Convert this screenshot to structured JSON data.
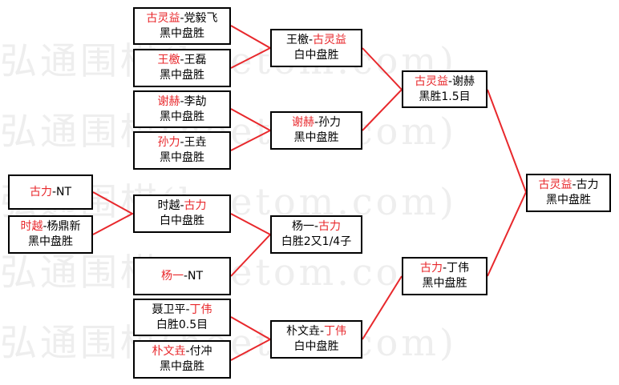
{
  "watermark": "弘通围棋(hoetom.com)",
  "colors": {
    "winner": "#e8282c",
    "line": "#e8282c",
    "border": "#000000"
  },
  "matches": {
    "r1_1": {
      "p1": "古灵益",
      "p2": "党毅飞",
      "winner": "p1",
      "result": "黑中盘胜"
    },
    "r1_2": {
      "p1": "王檄",
      "p2": "王磊",
      "winner": "p1",
      "result": "黑中盘胜"
    },
    "r1_3": {
      "p1": "谢赫",
      "p2": "李劼",
      "winner": "p1",
      "result": "黑中盘胜"
    },
    "r1_4": {
      "p1": "孙力",
      "p2": "王垚",
      "winner": "p1",
      "result": "黑中盘胜"
    },
    "r1_5": {
      "p1": "古力",
      "p2": "NT",
      "winner": "p1",
      "result": ""
    },
    "r1_6": {
      "p1": "时越",
      "p2": "杨鼎新",
      "winner": "p1",
      "result": "黑中盘胜"
    },
    "r1_7": {
      "p1": "杨一",
      "p2": "NT",
      "winner": "p1",
      "result": ""
    },
    "r1_8": {
      "p1": "聂卫平",
      "p2": "丁伟",
      "winner": "p2",
      "result": "白胜0.5目"
    },
    "r1_9": {
      "p1": "朴文垚",
      "p2": "付冲",
      "winner": "p1",
      "result": "黑中盘胜"
    },
    "r2_1": {
      "p1": "王檄",
      "p2": "古灵益",
      "winner": "p2",
      "result": "白中盘胜"
    },
    "r2_2": {
      "p1": "谢赫",
      "p2": "孙力",
      "winner": "p1",
      "result": "黑中盘胜"
    },
    "r2_3": {
      "p1": "时越",
      "p2": "古力",
      "winner": "p2",
      "result": "白中盘胜"
    },
    "r2_4": {
      "p1": "朴文垚",
      "p2": "丁伟",
      "winner": "p2",
      "result": "白中盘胜"
    },
    "r3_1": {
      "p1": "古灵益",
      "p2": "谢赫",
      "winner": "p1",
      "result": "黑胜1.5目"
    },
    "r3_2": {
      "p1": "杨一",
      "p2": "古力",
      "winner": "p2",
      "result": "白胜2又1/4子"
    },
    "r4_1": {
      "p1": "古力",
      "p2": "丁伟",
      "winner": "p1",
      "result": "黑中盘胜"
    },
    "final": {
      "p1": "古灵益",
      "p2": "古力",
      "winner": "p1",
      "result": "黑中盘胜"
    }
  }
}
